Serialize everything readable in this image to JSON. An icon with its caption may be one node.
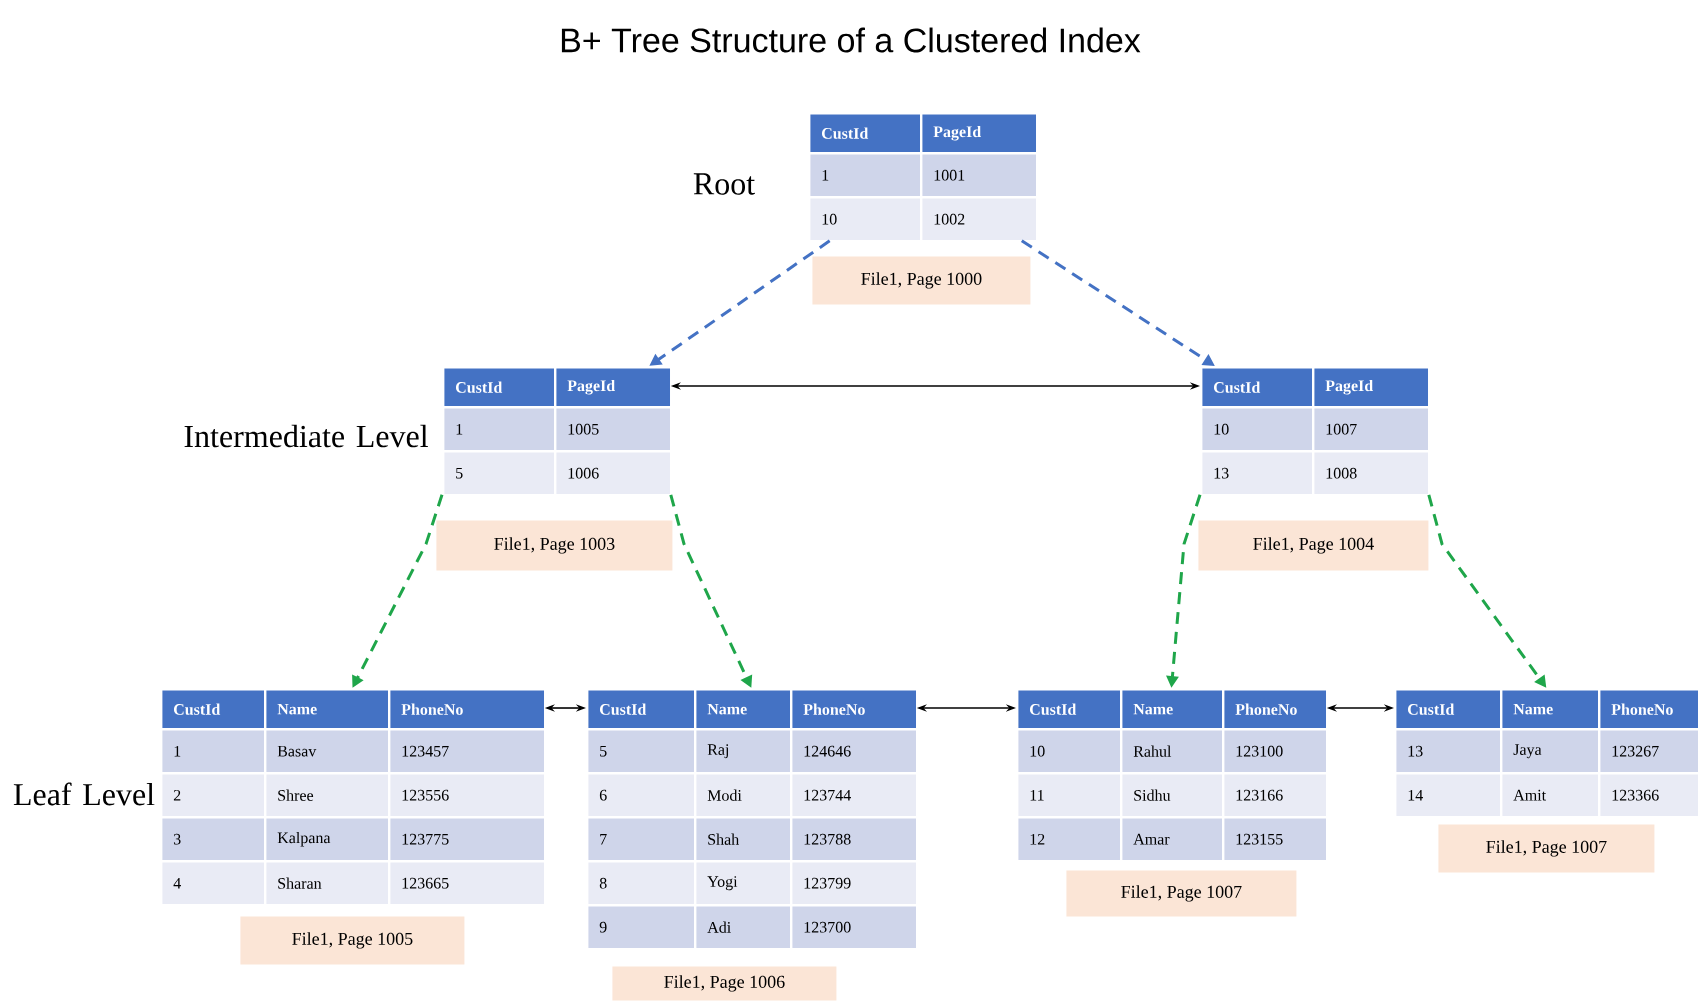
{
  "diagram": {
    "title": "B+ Tree Structure of a Clustered Index",
    "nodes": [
      {
        "text": [
          "CustId",
          "PageId",
          "1",
          "1001",
          "10",
          "1002"
        ]
      },
      {
        "text": [
          "File1, Page 1000"
        ]
      },
      {
        "text": [
          "CustId",
          "PageId",
          "1",
          "1005",
          "5",
          "1006"
        ]
      },
      {
        "text": [
          "File1, Page 1003"
        ]
      },
      {
        "text": [
          "CustId",
          "PageId",
          "10",
          "1007",
          "13",
          "1008"
        ]
      },
      {
        "text": [
          "File1, Page 1004"
        ]
      },
      {
        "text": [
          "CustId",
          "Name",
          "PhoneNo",
          "1",
          "Basav",
          "123457",
          "2",
          "Shree",
          "123556",
          "3",
          "Kalpana",
          "123775",
          "4",
          "Sharan",
          "123665"
        ]
      },
      {
        "text": [
          "CustId",
          "Name",
          "PhoneNo",
          "5",
          "Raj",
          "124646",
          "6",
          "Modi",
          "123744",
          "7",
          "Shah",
          "123788",
          "8",
          "Yogi",
          "123799",
          "9",
          "Adi",
          "123700"
        ]
      },
      {
        "text": [
          "CustId",
          "Name",
          "PhoneNo",
          "10",
          "Rahul",
          "123100",
          "11",
          "Sidhu",
          "123166",
          "12",
          "Amar",
          "123155"
        ]
      },
      {
        "text": [
          "CustId",
          "Name",
          "PhoneNo",
          "13",
          "Jaya",
          "123267",
          "14",
          "Amit",
          "123366"
        ]
      },
      {
        "text": [
          "File1, Page 1005"
        ]
      },
      {
        "text": [
          "File1, Page 1006"
        ]
      },
      {
        "text": [
          "File1, Page 1007"
        ]
      },
      {
        "text": [
          "File1, Page 1007"
        ]
      }
    ],
    "edges": [
      {
        "from": 0,
        "to": 2,
        "arrow": "to",
        "style": "dashed",
        "color": "#4472c4"
      },
      {
        "from": 0,
        "to": 4,
        "arrow": "to",
        "style": "dashed",
        "color": "#4472c4"
      },
      {
        "from": 2,
        "to": 4,
        "arrow": "both"
      },
      {
        "from": 2,
        "to": 6,
        "arrow": "to",
        "style": "dashed",
        "color": "#1fa64a"
      },
      {
        "from": 2,
        "to": 7,
        "arrow": "to",
        "style": "dashed",
        "color": "#1fa64a"
      },
      {
        "from": 4,
        "to": 8,
        "arrow": "to",
        "style": "dashed",
        "color": "#1fa64a"
      },
      {
        "from": 4,
        "to": 9,
        "arrow": "to",
        "style": "dashed",
        "color": "#1fa64a"
      },
      {
        "from": 6,
        "to": 7,
        "arrow": "both"
      },
      {
        "from": 7,
        "to": 8,
        "arrow": "both"
      },
      {
        "from": 8,
        "to": 9,
        "arrow": "both"
      }
    ],
    "labels": [
      "Root",
      "Intermediate Level",
      "Leaf Level"
    ]
  }
}
